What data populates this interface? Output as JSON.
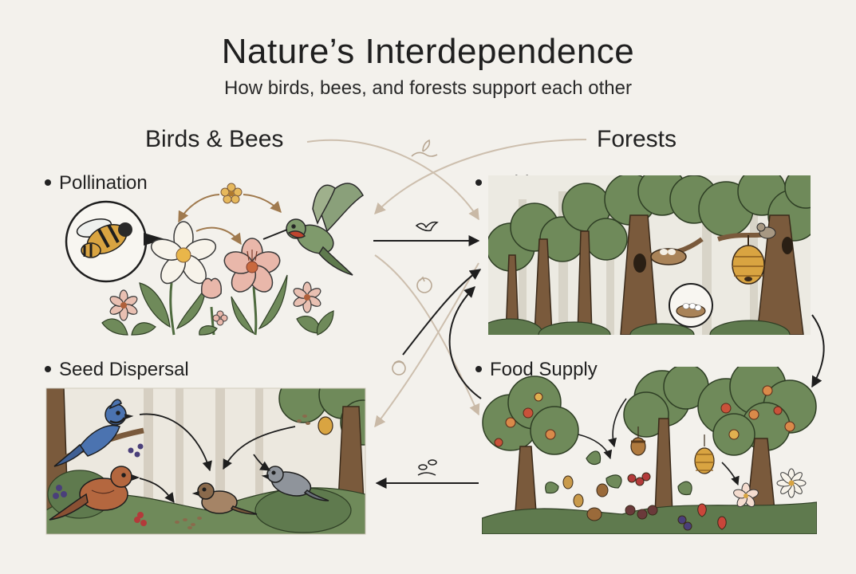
{
  "header": {
    "title": "Nature’s Interdependence",
    "subtitle": "How birds, bees, and forests support each other"
  },
  "columns": {
    "left": "Birds & Bees",
    "right": "Forests"
  },
  "sections": {
    "pollination": "Pollination",
    "seed_dispersal": "Seed Dispersal",
    "habitat": "Habitat",
    "food_supply": "Food Supply"
  },
  "colors": {
    "background": "#f3f1ec",
    "leaf_green": "#6f8a5a",
    "dark_green": "#4f6b3f",
    "trunk_brown": "#7a5a3c",
    "flower_pink": "#e9b7aa",
    "honey_gold": "#d9a441",
    "arrow_dark": "#1e1e1e",
    "arrow_light": "#cdbfae"
  },
  "icons": [
    "bee-icon",
    "hummingbird-icon",
    "flower-icon",
    "bird-icon",
    "seed-icon",
    "nest-icon",
    "beehive-icon",
    "hand-sprout-icon",
    "recycle-icon"
  ]
}
